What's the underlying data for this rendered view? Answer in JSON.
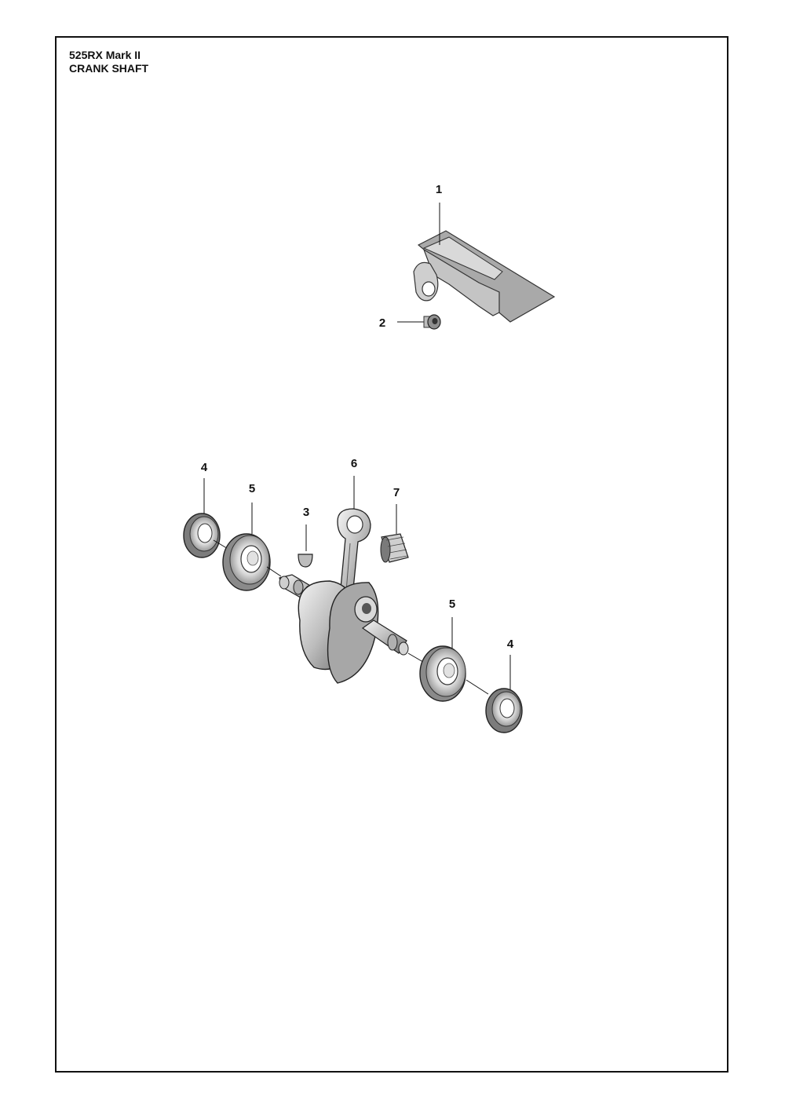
{
  "header": {
    "model": "525RX Mark II",
    "section": "CRANK SHAFT"
  },
  "callouts": {
    "c1": "1",
    "c2": "2",
    "c3": "3",
    "c4a": "4",
    "c4b": "4",
    "c5a": "5",
    "c5b": "5",
    "c6": "6",
    "c7": "7"
  }
}
